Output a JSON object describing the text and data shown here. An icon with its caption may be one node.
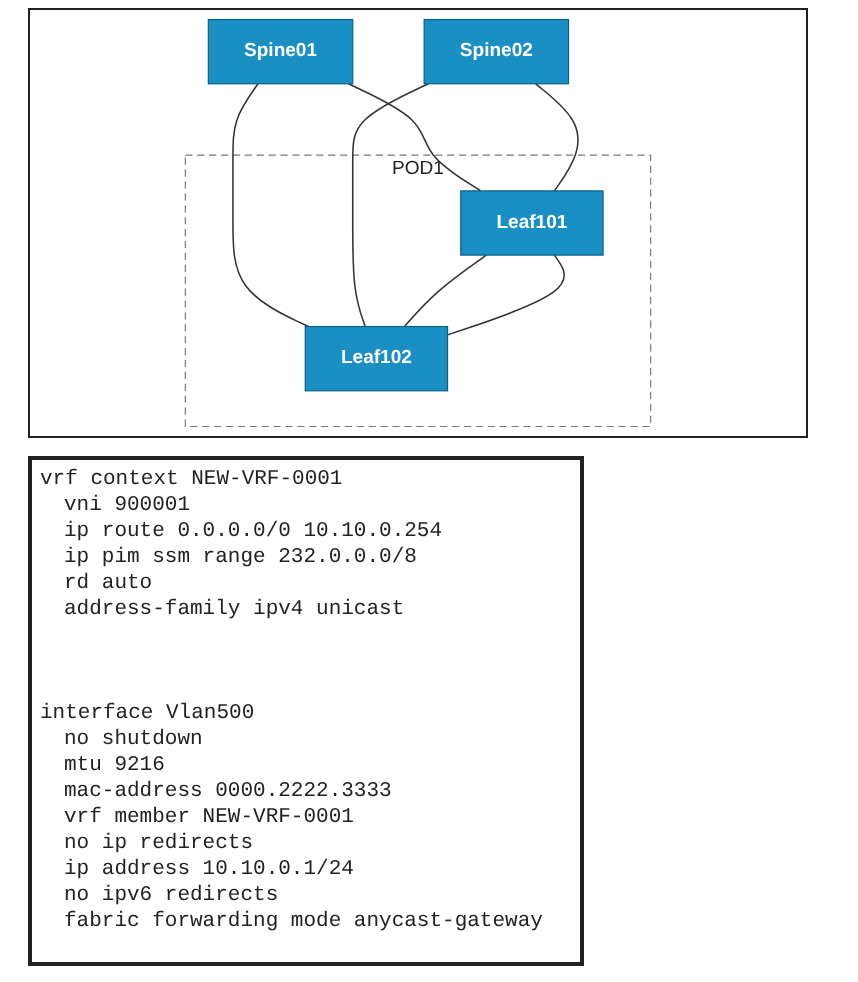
{
  "diagram": {
    "nodes": [
      {
        "text": [
          "Spine01"
        ]
      },
      {
        "text": [
          "Spine02"
        ]
      },
      {
        "text": [
          "POD1"
        ]
      },
      {
        "text": [
          "Leaf101"
        ],
        "in": 2
      },
      {
        "text": [
          "Leaf102"
        ],
        "in": 2
      }
    ],
    "edges": [
      {
        "from": 0,
        "to": 3,
        "arrow": "none"
      },
      {
        "from": 0,
        "to": 4,
        "arrow": "none"
      },
      {
        "from": 1,
        "to": 3,
        "arrow": "none"
      },
      {
        "from": 1,
        "to": 4,
        "arrow": "none"
      },
      {
        "from": 3,
        "to": 4,
        "arrow": "none"
      },
      {
        "from": 3,
        "to": 4,
        "arrow": "none"
      }
    ],
    "labels": [
      "vrf context NEW-VRF-0001",
      "vni 900001",
      "ip route 0.0.0.0/0 10.10.0.254",
      "ip pim ssm range 232.0.0.0/8",
      "rd auto",
      "address-family ipv4 unicast",
      "interface Vlan500",
      "no shutdown",
      "mtu 9216",
      "mac-address 0000.2222.3333",
      "vrf member NEW-VRF-0001",
      "no ip redirects",
      "ip address 10.10.0.1/24",
      "no ipv6 redirects",
      "fabric forwarding mode anycast-gateway"
    ]
  }
}
